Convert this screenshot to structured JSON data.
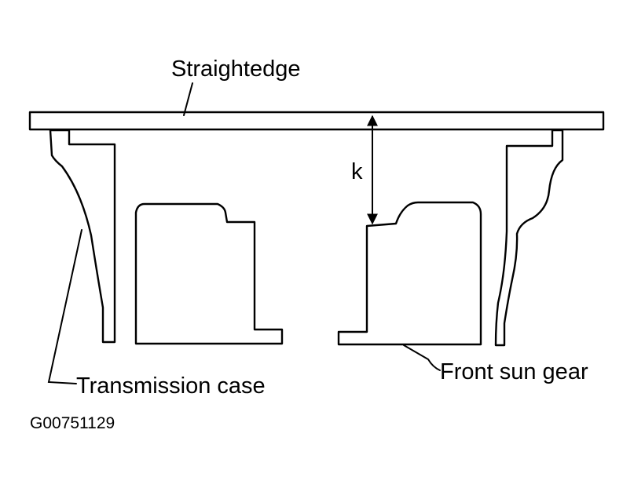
{
  "labels": {
    "straightedge": "Straightedge",
    "dimension": "k",
    "transmission_case": "Transmission case",
    "front_sun_gear": "Front sun gear"
  },
  "figure_id": "G00751129",
  "colors": {
    "line": "#000000",
    "background": "#ffffff"
  }
}
